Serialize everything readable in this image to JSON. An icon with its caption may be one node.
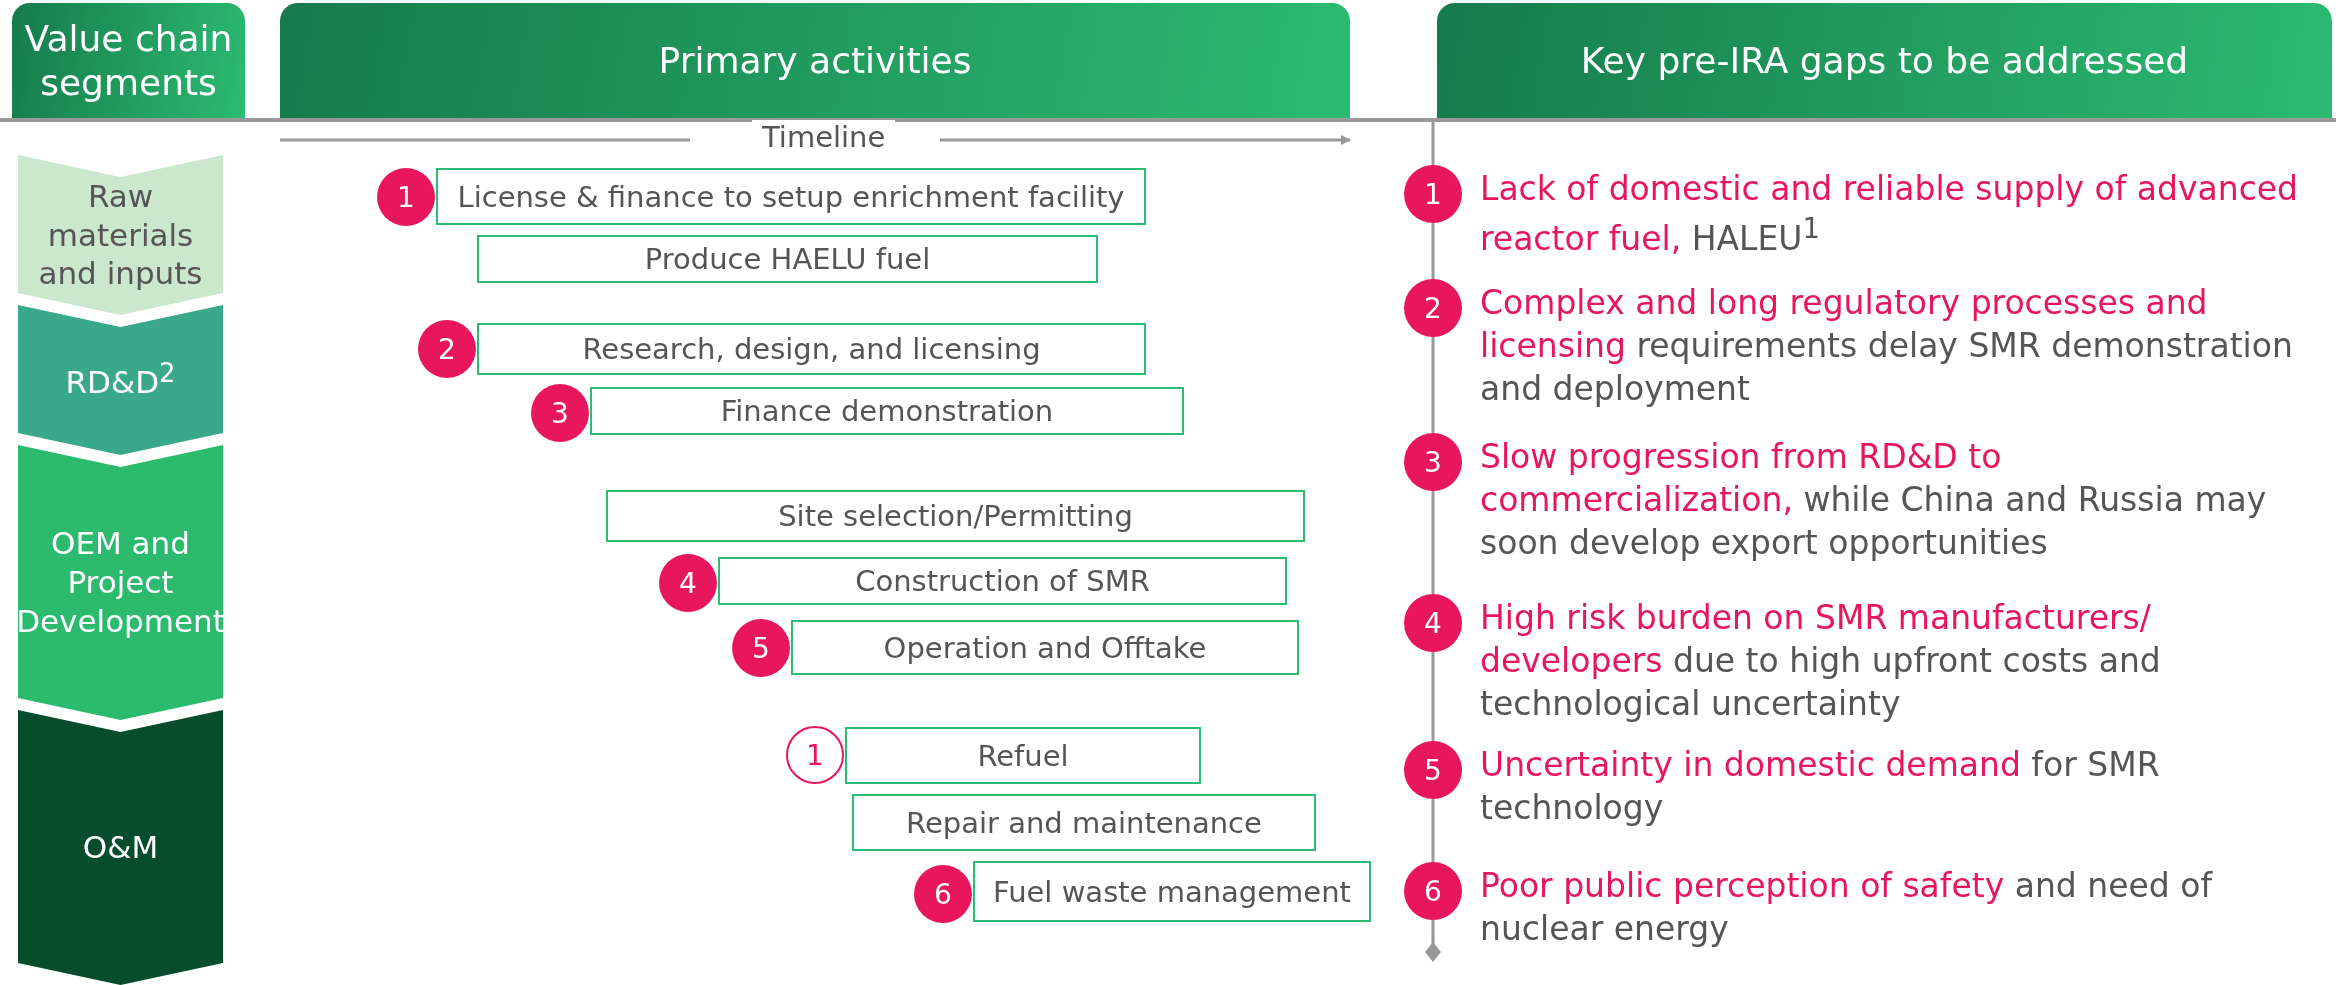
{
  "diagram": {
    "nodes": [
      {
        "text": [
          "Value chain segments"
        ]
      },
      {
        "text": [
          "Primary activities"
        ]
      },
      {
        "text": [
          "Key pre-IRA gaps to be addressed"
        ]
      },
      {
        "text": [
          "Raw materials and inputs"
        ]
      },
      {
        "text": [
          "RD&D$^{2}$"
        ]
      },
      {
        "text": [
          "OEM and Project Development"
        ]
      },
      {
        "text": [
          "O&M"
        ]
      },
      {
        "text": [
          "License & finance to setup enrichment facility"
        ]
      },
      {
        "text": [
          "1"
        ]
      },
      {
        "text": [
          "Produce HAELU fuel"
        ]
      },
      {
        "text": [
          "Research, design, and licensing"
        ]
      },
      {
        "text": [
          "2"
        ]
      },
      {
        "text": [
          "Finance demonstration"
        ]
      },
      {
        "text": [
          "3"
        ]
      },
      {
        "text": [
          "Site selection/Permitting"
        ]
      },
      {
        "text": [
          "Construction of SMR"
        ]
      },
      {
        "text": [
          "4"
        ]
      },
      {
        "text": [
          "Operation and Offtake"
        ]
      },
      {
        "text": [
          "5"
        ]
      },
      {
        "text": [
          "Refuel"
        ]
      },
      {
        "text": [
          "1"
        ]
      },
      {
        "text": [
          "Repair and maintenance"
        ]
      },
      {
        "text": [
          "Fuel waste management"
        ]
      },
      {
        "text": [
          "6"
        ]
      },
      {
        "text": [
          "1"
        ],
        "beside": [
          "Lack of domestic and reliable supply of advanced reactor fuel,",
          "HALEU$^{1}$"
        ]
      },
      {
        "text": [
          "2"
        ],
        "beside": [
          "Complex and long regulatory processes and licensing",
          "requirements delay SMR demonstration and deployment"
        ]
      },
      {
        "text": [
          "3"
        ],
        "beside": [
          "Slow progression from RD&D to commercialization,",
          "while China and Russia may soon develop export opportunities"
        ]
      },
      {
        "text": [
          "4"
        ],
        "beside": [
          "High risk burden on SMR manufacturers/ developers",
          "due to high upfront costs and technological uncertainty"
        ]
      },
      {
        "text": [
          "5"
        ],
        "beside": [
          "Uncertainty in domestic demand",
          "for SMR technology"
        ]
      },
      {
        "text": [
          "6"
        ],
        "beside": [
          "Poor public perception of safety",
          "and need of nuclear energy"
        ]
      }
    ],
    "labels": [
      "Timeline"
    ]
  }
}
